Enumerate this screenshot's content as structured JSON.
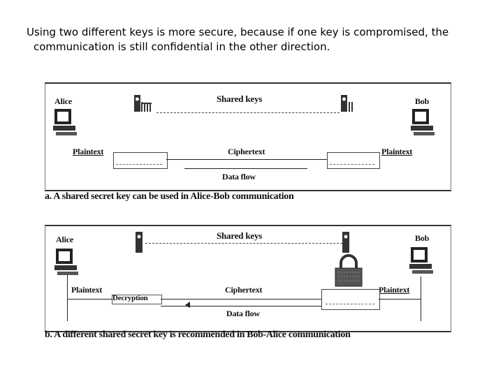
{
  "intro": {
    "line1": "Using two different keys is more secure, because if one key is compromised, the",
    "line2": "communication is still confidential in the other direction."
  },
  "diagram_a": {
    "alice": "Alice",
    "bob": "Bob",
    "shared_keys": "Shared keys",
    "plaintext_left": "Plaintext",
    "plaintext_right": "Plaintext",
    "ciphertext": "Ciphertext",
    "data_flow": "Data flow",
    "caption": "a. A shared secret key can be used in Alice-Bob communication"
  },
  "diagram_b": {
    "alice": "Alice",
    "bob": "Bob",
    "shared_keys": "Shared keys",
    "plaintext_left": "Plaintext",
    "plaintext_right": "Plaintext",
    "decryption": "Decryption",
    "ciphertext": "Ciphertext",
    "data_flow": "Data flow",
    "caption": "b. A different shared secret key is recommended in Bob-Alice communication"
  },
  "icons": [
    "computer-icon",
    "key-icon",
    "padlock-icon"
  ]
}
